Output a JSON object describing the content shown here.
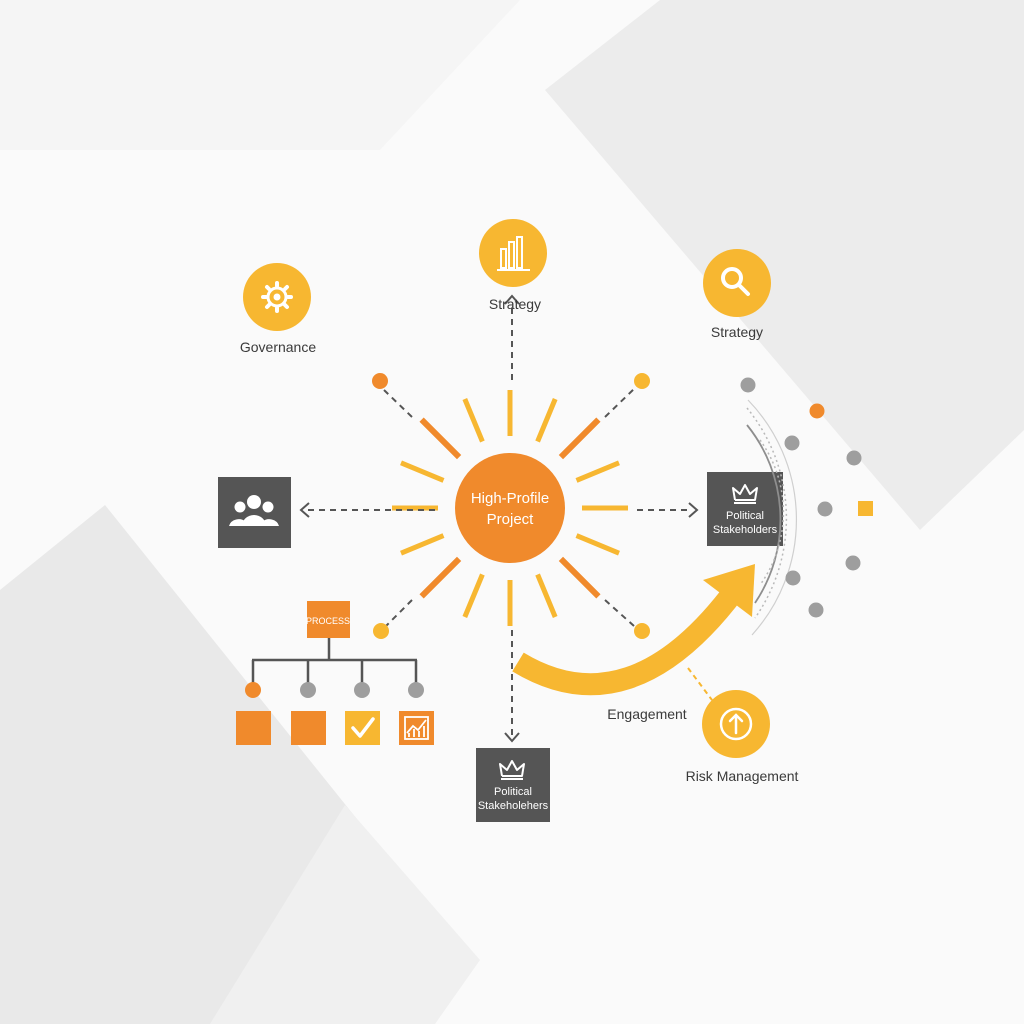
{
  "center": {
    "line1": "High-Profile",
    "line2": "Project"
  },
  "nodes": {
    "governance": {
      "label": "Governance",
      "icon": "gear-icon"
    },
    "strategy_top": {
      "label": "Strategy",
      "icon": "bar-chart-icon"
    },
    "strategy_right": {
      "label": "Strategy",
      "icon": "magnifier-icon"
    },
    "team": {
      "icon": "people-group-icon"
    },
    "stakeholders_right": {
      "line1": "Political",
      "line2": "Stakeholders",
      "icon": "crown-icon"
    },
    "stakeholders_bottom": {
      "line1": "Political",
      "line2": "Stakeholehers",
      "icon": "crown-icon"
    },
    "process": {
      "label": "PROCESS"
    },
    "engagement": {
      "label": "Engagement"
    },
    "risk": {
      "label": "Risk Management",
      "icon": "up-arrow-circle-icon"
    }
  },
  "colors": {
    "orange": "#f08a2c",
    "yellow": "#f7b731",
    "dark": "#555555",
    "gray": "#9e9e9e",
    "background": "#fafafa"
  }
}
